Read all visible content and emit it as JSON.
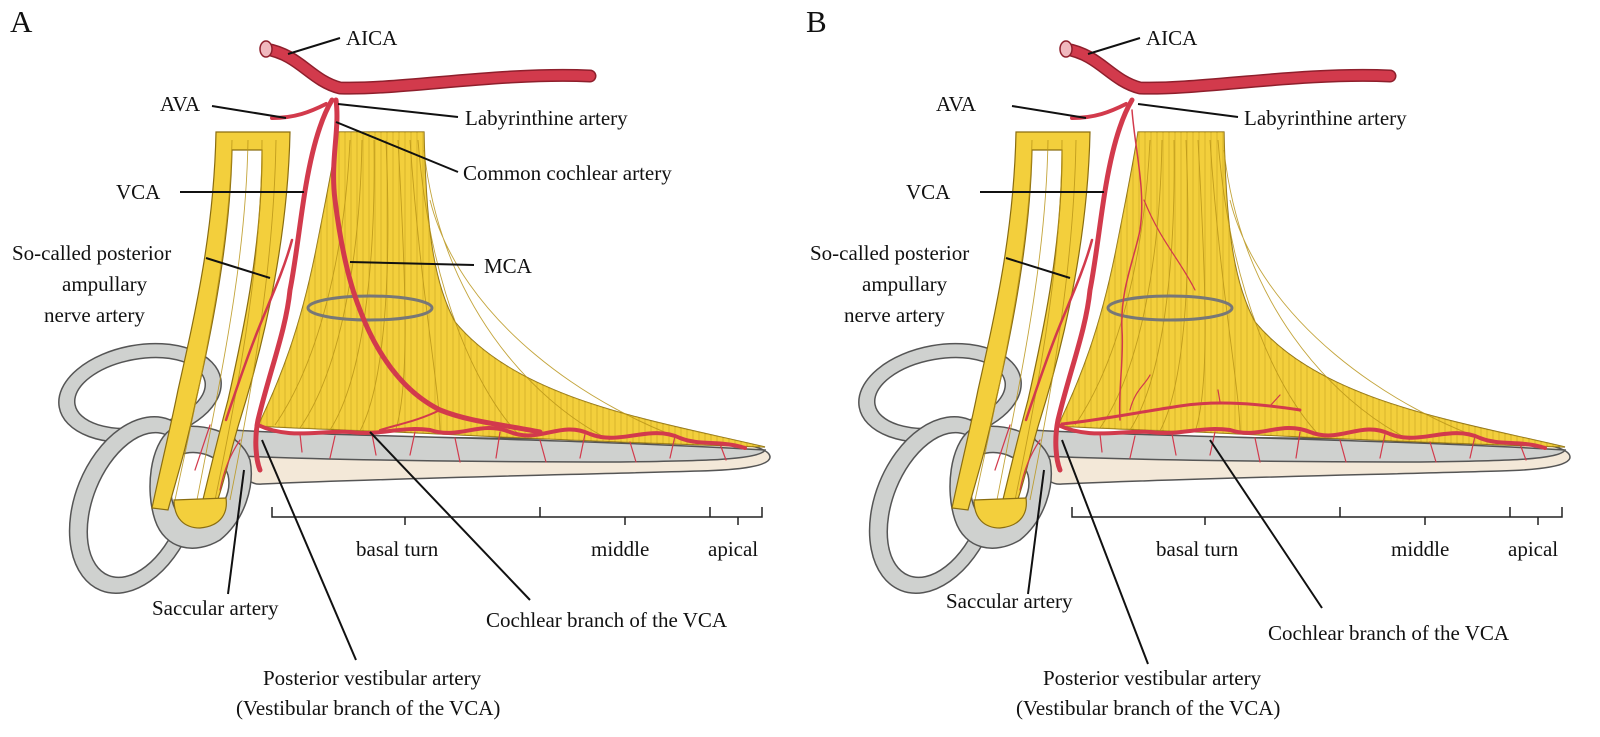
{
  "panels": [
    {
      "letter": "A",
      "variant": "full",
      "labels": {
        "aica": "AICA",
        "ava": "AVA",
        "labyrinthine": "Labyrinthine artery",
        "common_cochlear": "Common cochlear artery",
        "vca": "VCA",
        "mca": "MCA",
        "posterior_ampullary_1": "So-called posterior",
        "posterior_ampullary_2": "ampullary",
        "posterior_ampullary_3": "nerve artery",
        "saccular": "Saccular artery",
        "cochlear_branch": "Cochlear branch of the VCA",
        "posterior_vestibular_1": "Posterior vestibular artery",
        "posterior_vestibular_2": "(Vestibular branch of the VCA)",
        "basal": "basal turn",
        "middle": "middle",
        "apical": "apical"
      }
    },
    {
      "letter": "B",
      "variant": "no-common",
      "labels": {
        "aica": "AICA",
        "ava": "AVA",
        "labyrinthine": "Labyrinthine artery",
        "vca": "VCA",
        "posterior_ampullary_1": "So-called posterior",
        "posterior_ampullary_2": "ampullary",
        "posterior_ampullary_3": "nerve artery",
        "saccular": "Saccular artery",
        "cochlear_branch": "Cochlear branch of the VCA",
        "posterior_vestibular_1": "Posterior vestibular artery",
        "posterior_vestibular_2": "(Vestibular branch of the VCA)",
        "basal": "basal turn",
        "middle": "middle",
        "apical": "apical"
      }
    }
  ],
  "colors": {
    "artery": "#d23a4c",
    "nerve": "#f3cf3c",
    "bone": "#f3e8d8",
    "canal": "#cfd1cf"
  }
}
